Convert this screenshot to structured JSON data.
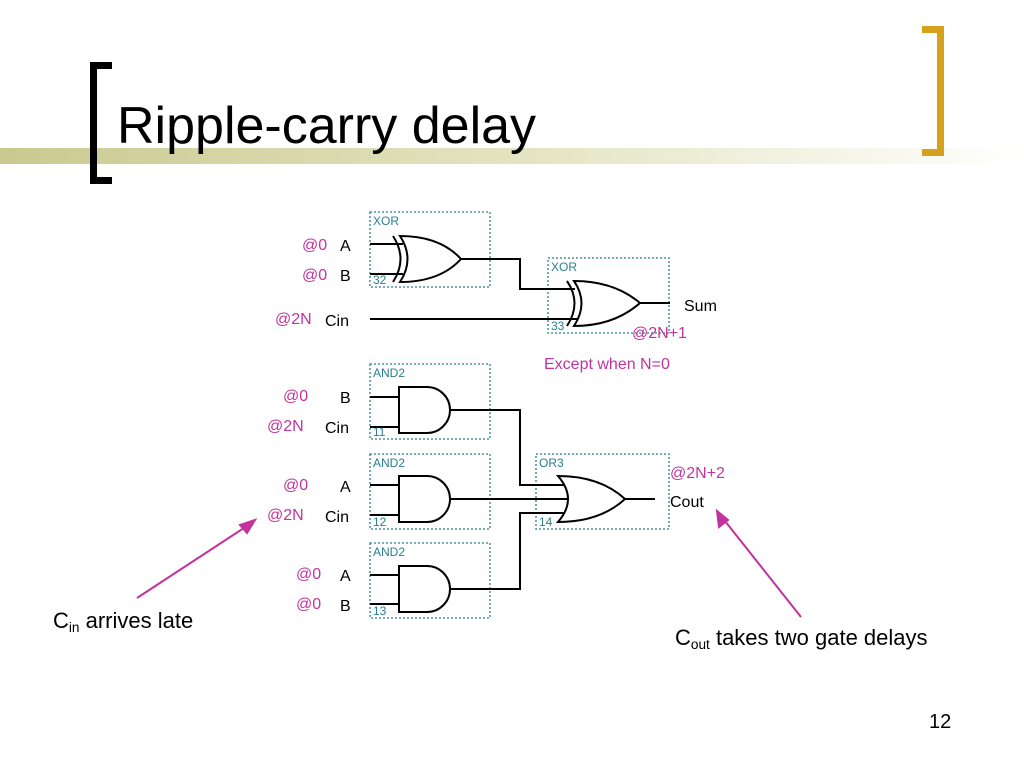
{
  "slide": {
    "title": "Ripple-carry delay",
    "page_number": "12",
    "accent_color": "#d6a21e",
    "highlight_color": "#c2339e",
    "gate_label_color": "#2a7f8f"
  },
  "gates": {
    "xor1": {
      "type": "XOR",
      "number": "32"
    },
    "xor2": {
      "type": "XOR",
      "number": "33"
    },
    "and1": {
      "type": "AND2",
      "number": "11"
    },
    "and2": {
      "type": "AND2",
      "number": "12"
    },
    "and3": {
      "type": "AND2",
      "number": "13"
    },
    "or1": {
      "type": "OR3",
      "number": "14"
    }
  },
  "signals": {
    "xor1_a": {
      "name": "A",
      "timing": "@0"
    },
    "xor1_b": {
      "name": "B",
      "timing": "@0"
    },
    "xor2_cin": {
      "name": "Cin",
      "timing": "@2N"
    },
    "and1_b": {
      "name": "B",
      "timing": "@0"
    },
    "and1_cin": {
      "name": "Cin",
      "timing": "@2N"
    },
    "and2_a": {
      "name": "A",
      "timing": "@0"
    },
    "and2_cin": {
      "name": "Cin",
      "timing": "@2N"
    },
    "and3_a": {
      "name": "A",
      "timing": "@0"
    },
    "and3_b": {
      "name": "B",
      "timing": "@0"
    }
  },
  "outputs": {
    "sum": {
      "name": "Sum",
      "timing": "@2N+1",
      "note": "Except when N=0"
    },
    "cout": {
      "name": "Cout",
      "timing": "@2N+2"
    }
  },
  "annotations": {
    "cin_late": {
      "symbol": "C",
      "subscript": "in",
      "text": " arrives late"
    },
    "cout_delay": {
      "symbol": "C",
      "subscript": "out",
      "text": " takes two gate delays"
    }
  }
}
